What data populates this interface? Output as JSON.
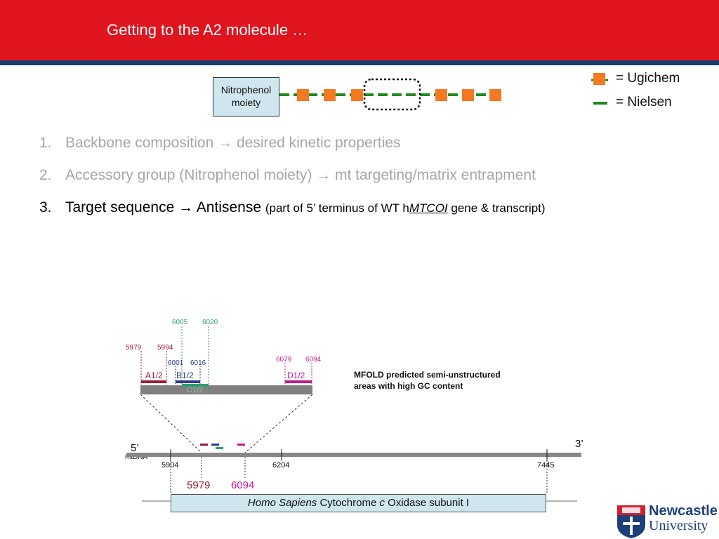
{
  "title": "Getting to the A2 molecule …",
  "nitrophenol_label_line1": "Nitrophenol",
  "nitrophenol_label_line2": "moiety",
  "legend": {
    "ugichem": "= Ugichem",
    "nielsen": "= Nielsen",
    "ugichem_color": "#f47920",
    "nielsen_color": "#1f8a1f"
  },
  "list": {
    "item1_num": "1.",
    "item1": "Backbone composition → desired kinetic properties",
    "item2_num": "2.",
    "item2": "Accessory group (Nitrophenol moiety) → mt targeting/matrix entrapment",
    "item3_num": "3.",
    "item3_main": "Target sequence → Antisense",
    "item3_small_pre": "(part of 5’ terminus of  WT h",
    "item3_gene": "MTCOI",
    "item3_small_post": " gene & transcript)"
  },
  "zoom": {
    "pos_6005": "6005",
    "pos_6020": "6020",
    "pos_5979": "5979",
    "pos_5994": "5994",
    "pos_6001": "6001",
    "pos_6016": "6016",
    "pos_6079": "6079",
    "pos_6094": "6094",
    "a12": "A1/2",
    "b12": "B1/2",
    "c12": "C1/2",
    "d12": "D1/2",
    "mfold_line1": "MFOLD predicted semi-unstructured",
    "mfold_line2": "areas with high GC content",
    "color_a": "#9b1b30",
    "color_b": "#2e3a8c",
    "color_c": "#2e9e6e",
    "color_d": "#c2188f"
  },
  "mtdna": {
    "five_prime": "5’",
    "three_prime": "3’",
    "label": "mtDNA",
    "pos_5904": "5904",
    "pos_6204": "6204",
    "pos_7445": "7445",
    "pos_5979": "5979",
    "pos_6094": "6094"
  },
  "cox": {
    "species": "Homo Sapiens",
    "name_a": " Cytochrome ",
    "c_italic": "c",
    "name_b": " Oxidase subunit I"
  },
  "logo": {
    "line1": "Newcastle",
    "line2": "University"
  }
}
